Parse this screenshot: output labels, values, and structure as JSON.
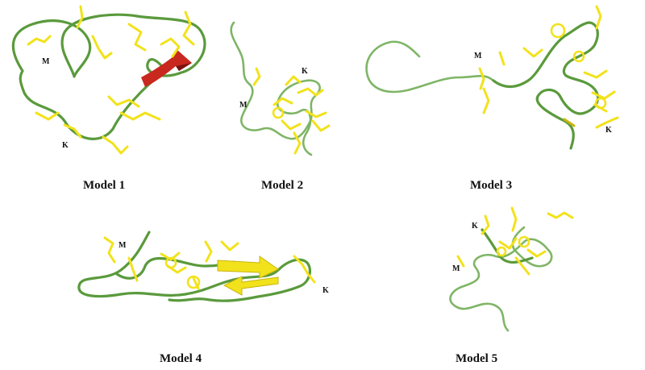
{
  "models": [
    {
      "caption": "Model 1",
      "residue_m": "M",
      "residue_k": "K",
      "helix_color": "#c8281e"
    },
    {
      "caption": "Model 2",
      "residue_m": "M",
      "residue_k": "K"
    },
    {
      "caption": "Model 3",
      "residue_m": "M",
      "residue_k": "K"
    },
    {
      "caption": "Model 4",
      "residue_m": "M",
      "residue_k": "K",
      "sheet_color": "#f2e21b"
    },
    {
      "caption": "Model 5",
      "residue_m": "M",
      "residue_k": "K"
    }
  ],
  "colors": {
    "backbone": "#5a9a3c",
    "sidechain": "#f2e21b",
    "helix": "#c8281e",
    "background": "#ffffff"
  }
}
